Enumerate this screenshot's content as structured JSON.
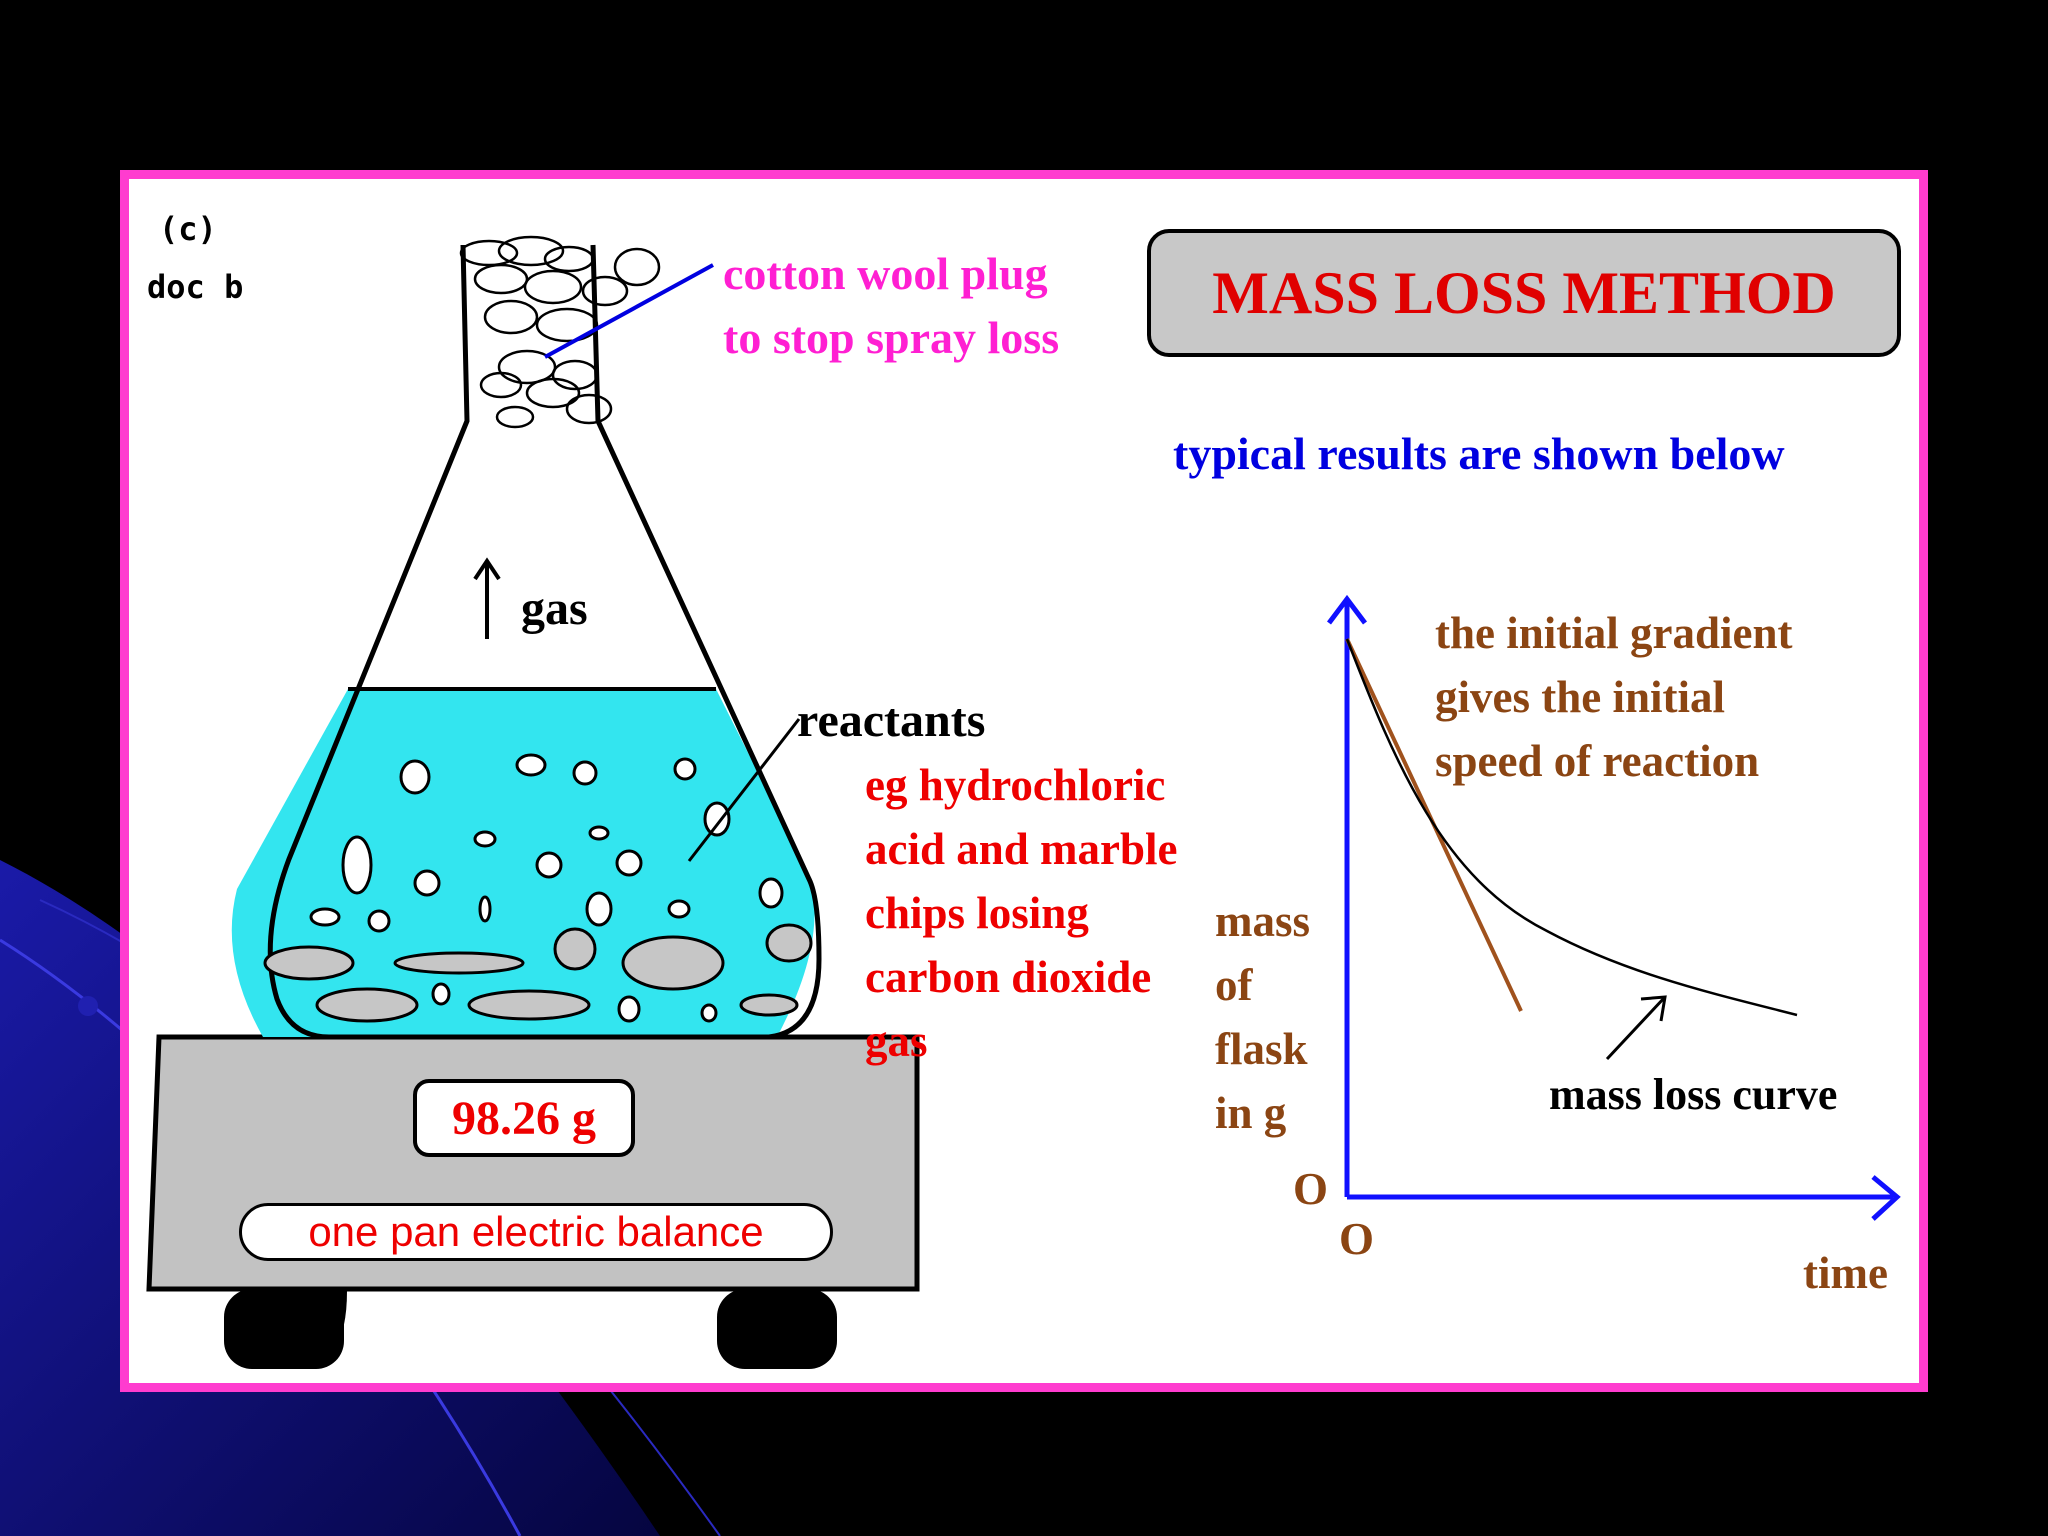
{
  "doc_ref": {
    "line1": "(c)",
    "line2": "doc b"
  },
  "title": "MASS LOSS METHOD",
  "cotton_label": [
    "cotton wool plug",
    "to stop spray loss"
  ],
  "subtitle": "typical results are shown below",
  "gas_label": "gas",
  "reactants_label": "reactants",
  "reactants_detail": [
    "eg hydrochloric",
    "acid and marble",
    "chips losing",
    "carbon dioxide",
    "gas"
  ],
  "balance": {
    "reading": "98.26 g",
    "label": "one pan electric balance"
  },
  "graph": {
    "y_label": [
      "mass",
      "of",
      "flask",
      "in g"
    ],
    "x_label": "time",
    "y_origin": "O",
    "x_origin": "O",
    "gradient_note": [
      "the initial gradient",
      "gives the initial",
      "speed of reaction"
    ],
    "curve_label": "mass loss curve"
  },
  "colors": {
    "frame": "#ff3ccf",
    "liquid": "#33e5ef",
    "axis": "#1010ff",
    "tangent": "#a0521d",
    "title_text": "#e00000",
    "annotation_red": "#ee0000"
  }
}
